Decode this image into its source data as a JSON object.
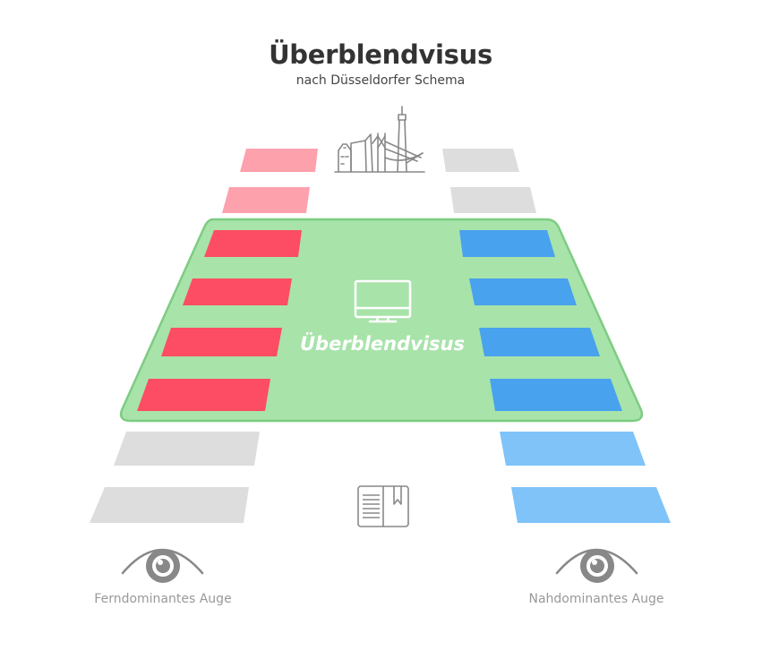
{
  "header": {
    "title": "Überblendvisus",
    "subtitle": "nach Düsseldorfer Schema"
  },
  "central_area": {
    "label": "Überblendvisus",
    "icon": "monitor-icon"
  },
  "icons": {
    "top": "dusseldorf-skyline-icon",
    "bottom": "book-icon",
    "left_eye": "eye-icon",
    "right_eye": "eye-icon"
  },
  "eyes": {
    "left_label": "Ferndominantes Auge",
    "right_label": "Nahdominantes Auge"
  },
  "colors": {
    "red": "#fd4d64",
    "light_red": "#fda1ad",
    "blue": "#49a2ee",
    "light_blue": "#7fc3f8",
    "gray": "#dddddd",
    "green_fill": "#a8e3aa",
    "green_stroke": "#7dcc82",
    "icon_stroke": "#888888",
    "label_text": "#999999"
  }
}
